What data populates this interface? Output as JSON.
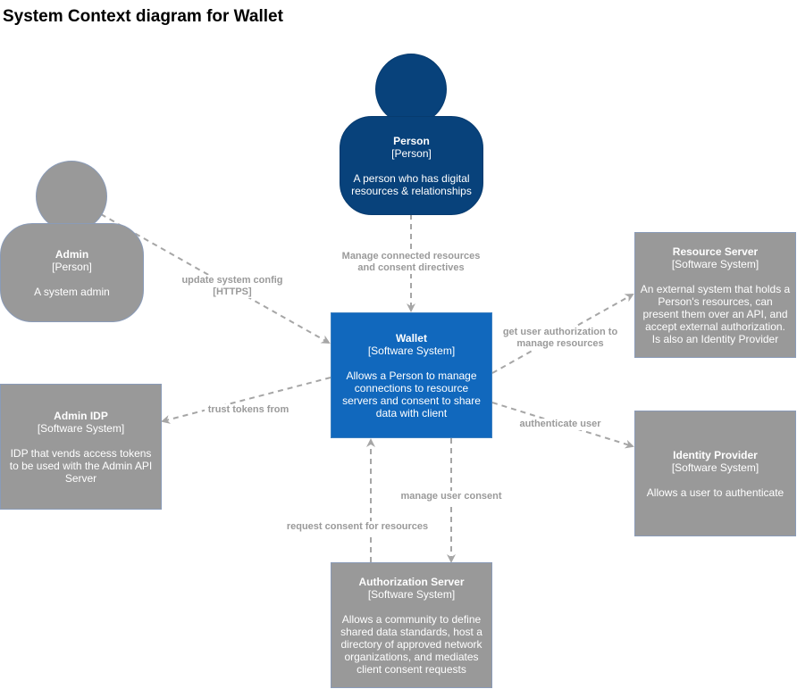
{
  "title": "System Context diagram for Wallet",
  "nodes": {
    "person": {
      "name": "Person",
      "type": "[Person]",
      "desc": "A person who has digital resources & relationships"
    },
    "admin": {
      "name": "Admin",
      "type": "[Person]",
      "desc": "A system admin"
    },
    "wallet": {
      "name": "Wallet",
      "type": "[Software System]",
      "desc": "Allows a Person to manage connections to resource servers and consent to share data with client"
    },
    "resource_server": {
      "name": "Resource Server",
      "type": "[Software System]",
      "desc": "An external system that holds a Person's resources, can present them over an API, and accept external authorization. Is also an Identity Provider"
    },
    "admin_idp": {
      "name": "Admin IDP",
      "type": "[Software System]",
      "desc": "IDP that vends access tokens to be used with the Admin API Server"
    },
    "identity_provider": {
      "name": "Identity Provider",
      "type": "[Software System]",
      "desc": "Allows a user to authenticate"
    },
    "authorization_server": {
      "name": "Authorization Server",
      "type": "[Software System]",
      "desc": "Allows a community to define shared data standards, host a directory of approved network organizations, and mediates client consent requests"
    }
  },
  "edges": {
    "person_wallet": {
      "label": "Manage connected resources",
      "label2": "and consent directives"
    },
    "admin_wallet": {
      "label": "update system config",
      "label2": "[HTTPS]"
    },
    "wallet_resource": {
      "label": "get user authorization to",
      "label2": "manage resources"
    },
    "wallet_admin_idp": {
      "label": "trust tokens from"
    },
    "wallet_idp": {
      "label": "authenticate user"
    },
    "wallet_auth": {
      "label": "manage user consent"
    },
    "auth_wallet": {
      "label": "request consent for resources"
    }
  },
  "colors": {
    "person_blue": "#08427b",
    "system_blue": "#1168bd",
    "external_gray": "#999999",
    "edge_gray": "#a6a6a6"
  }
}
